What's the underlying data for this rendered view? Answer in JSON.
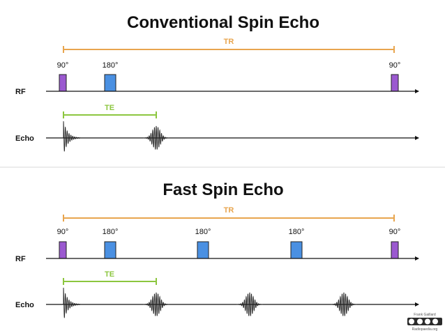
{
  "colors": {
    "tr": "#e8a54e",
    "te": "#8cc63f",
    "pulse_90": "#9b59d0",
    "pulse_180": "#4a90e2",
    "axis": "#111111",
    "divider": "#e6e6e6"
  },
  "panels": [
    {
      "title": "Conventional Spin Echo",
      "tr_label": "TR",
      "te_label": "TE",
      "rf_label": "RF",
      "echo_label": "Echo",
      "pulses": [
        {
          "type": "90",
          "label": "90°"
        },
        {
          "type": "180",
          "label": "180°"
        },
        {
          "type": "90",
          "label": "90°"
        }
      ]
    },
    {
      "title": "Fast Spin Echo",
      "tr_label": "TR",
      "te_label": "TE",
      "rf_label": "RF",
      "echo_label": "Echo",
      "pulses": [
        {
          "type": "90",
          "label": "90°"
        },
        {
          "type": "180",
          "label": "180°"
        },
        {
          "type": "180",
          "label": "180°"
        },
        {
          "type": "180",
          "label": "180°"
        },
        {
          "type": "90",
          "label": "90°"
        }
      ]
    }
  ],
  "credit": {
    "line1": "Frank Gaillard",
    "line2": "Radiopaedia.org",
    "license_icon": "creative-commons-by-nc-sa-icon"
  }
}
